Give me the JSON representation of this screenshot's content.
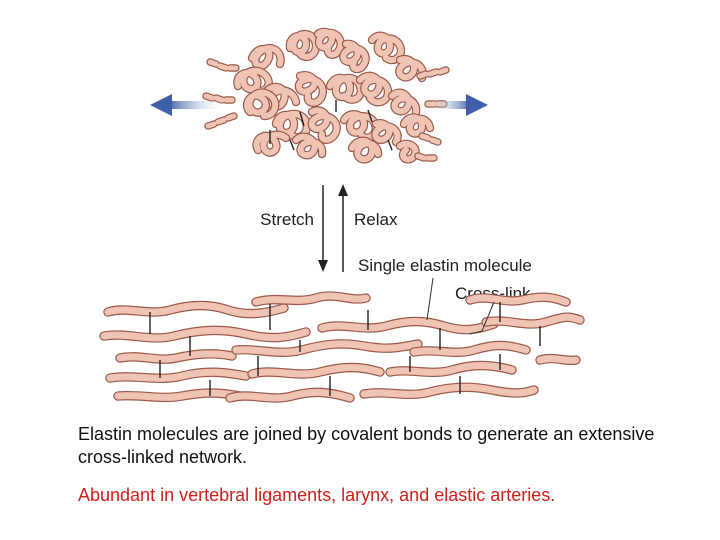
{
  "figure": {
    "label_stretch": "Stretch",
    "label_relax": "Relax",
    "label_single_molecule": "Single elastin molecule",
    "label_cross_link": "Cross-link"
  },
  "caption": {
    "main": "Elastin molecules are joined by covalent bonds to generate an extensive cross-linked network.",
    "detail": "Abundant in vertebral ligaments, larynx, and elastic arteries."
  },
  "colors": {
    "fiber_fill": "#f0c4b4",
    "fiber_outline": "#9a5a4a",
    "arrow_blue": "#4a68b0",
    "detail_text": "#d0201c"
  }
}
